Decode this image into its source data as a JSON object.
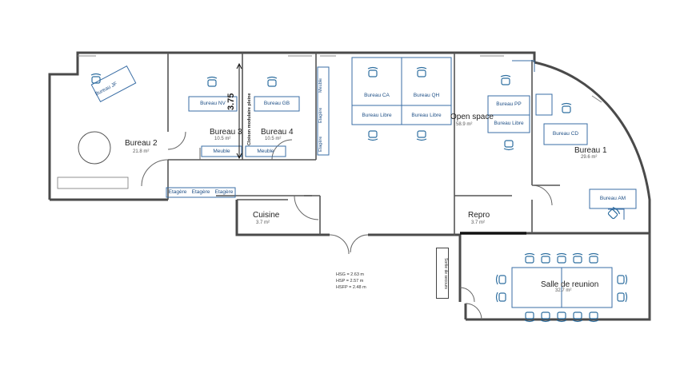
{
  "rooms": {
    "bureau2": {
      "name": "Bureau 2",
      "area": "21.8 m²"
    },
    "bureau3": {
      "name": "Bureau 3",
      "area": "10.5 m²"
    },
    "bureau4": {
      "name": "Bureau 4",
      "area": "10.5 m²"
    },
    "open_space": {
      "name": "Open space",
      "area": "58.9 m²"
    },
    "bureau1": {
      "name": "Bureau 1",
      "area": "29.6 m²"
    },
    "cuisine": {
      "name": "Cuisine",
      "area": "3.7 m²"
    },
    "repro": {
      "name": "Repro",
      "area": "3.7 m²"
    },
    "salle_reunion": {
      "name": "Salle de reunion",
      "area": "32.7 m²"
    }
  },
  "desks": {
    "bureau_jf": "Bureau JF",
    "bureau_nv": "Bureau NV",
    "bureau_gb": "Bureau GB",
    "bureau_ca": "Bureau CA",
    "bureau_qh": "Bureau QH",
    "bureau_libre_1": "Bureau Libre",
    "bureau_libre_2": "Bureau Libre",
    "bureau_pp": "Bureau PP",
    "bureau_libre_3": "Bureau Libre",
    "bureau_cd": "Bureau CD",
    "bureau_am": "Bureau AM"
  },
  "furniture": {
    "meuble_1": "Meuble",
    "meuble_2": "Meuble",
    "etagere_row": [
      "Etagère",
      "Etagère",
      "Etagère"
    ],
    "etagere_col": [
      "Meuble",
      "Etagère",
      "Etagère"
    ]
  },
  "annotations": {
    "dimension": "3.75",
    "cloison": "Cloison modulaire pleine",
    "heights": [
      "HSG = 2.63 m",
      "HSP = 2.57 m",
      "HSFP = 2.48 m"
    ],
    "sign": "Sortie de secours"
  },
  "colors": {
    "wall": "#4a4a4a",
    "furniture": "#3a6ea5",
    "chair": "#2f6fa0",
    "background": "#ffffff"
  }
}
